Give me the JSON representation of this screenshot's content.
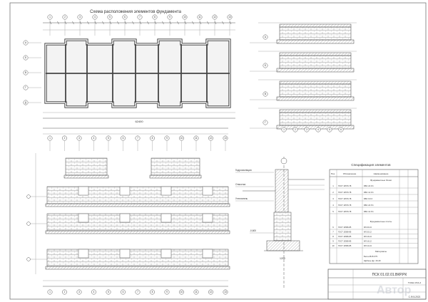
{
  "plan": {
    "title": "Схема расположения элементов фундамента",
    "axis_letters": [
      "А",
      "Б",
      "В",
      "Г",
      "Д"
    ],
    "axis_numbers": [
      "1",
      "2",
      "3",
      "4",
      "5",
      "6",
      "7",
      "8",
      "9",
      "10",
      "11",
      "12",
      "13"
    ],
    "dim_main": "62400"
  },
  "spec": {
    "title": "Спецификация элементов",
    "col_pos": "Поз.",
    "col_name": "Обозначение",
    "col_note": "Наименование",
    "section1": "Фундаментные блоки",
    "section2": "Фундаментные плиты",
    "section3": "Материалы",
    "rows": [
      {
        "pos": "1",
        "code": "ГОСТ 13579-78",
        "name": "ФБС 24.6.6"
      },
      {
        "pos": "2",
        "code": "ГОСТ 13579-78",
        "name": "ФБС 12.6.6"
      },
      {
        "pos": "3",
        "code": "ГОСТ 13579-78",
        "name": "ФБС 9.6.6"
      },
      {
        "pos": "4",
        "code": "ГОСТ 13579-78",
        "name": "ФБС 24.5.6"
      },
      {
        "pos": "5",
        "code": "ГОСТ 13579-78",
        "name": "ФБС 12.5.6"
      },
      {
        "pos": "6",
        "code": "ГОСТ 13580-85",
        "name": "ФЛ 20.24"
      },
      {
        "pos": "7",
        "code": "ГОСТ 13580-85",
        "name": "ФЛ 20.12"
      },
      {
        "pos": "8",
        "code": "ГОСТ 13580-85",
        "name": "ФЛ 16.24"
      },
      {
        "pos": "9",
        "code": "ГОСТ 13580-85",
        "name": "ФЛ 16.12"
      },
      {
        "pos": "10",
        "code": "ГОСТ 13580-85",
        "name": "ФЛ 12.24"
      }
    ],
    "mat1": "Бетон В15 F75",
    "mat2": "Щебень фр. 20-40"
  },
  "stamp": {
    "code": "ПСК 01.02.01.ВКР.РК",
    "org": "ТСИиА ИСА-4",
    "sheet": "С-Ф-5-2021"
  },
  "labels": {
    "leader1": "Гидроизоляция",
    "leader2": "Отмостка",
    "leader3": "Утеплитель",
    "dim_level": "-0,600"
  },
  "watermark": "Автор"
}
